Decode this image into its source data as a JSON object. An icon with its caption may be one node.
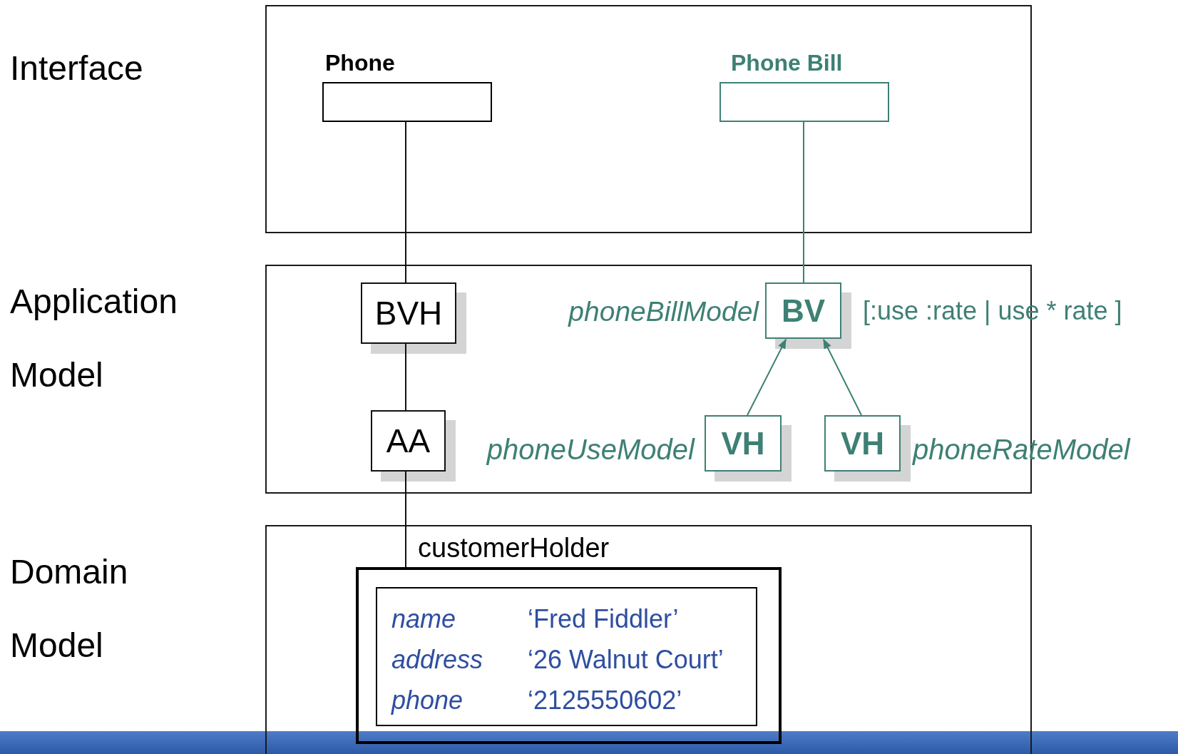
{
  "diagram": {
    "nodes": [
      {
        "text": [
          "Interface"
        ]
      },
      {
        "text": [
          "Phone"
        ],
        "in": 0
      },
      {
        "text": [
          "Phone Bill"
        ],
        "in": 0
      },
      {
        "text": [
          "Application Model"
        ]
      },
      {
        "text": [
          "BVH"
        ],
        "in": 3
      },
      {
        "text": [
          "BV"
        ],
        "in": 3,
        "beside": [
          "phoneBillModel",
          "[:use :rate | use * rate ]"
        ]
      },
      {
        "text": [
          "AA"
        ],
        "in": 3
      },
      {
        "text": [
          "VH"
        ],
        "in": 3,
        "beside": [
          "phoneUseModel"
        ]
      },
      {
        "text": [
          "VH"
        ],
        "in": 3,
        "beside": [
          "phoneRateModel"
        ]
      },
      {
        "text": [
          "Domain Model"
        ]
      },
      {
        "text": [
          "customerHolder"
        ],
        "in": 9
      },
      {
        "text": [
          "name",
          "‘Fred Fiddler’",
          "address",
          "‘26 Walnut Court’",
          "phone",
          "‘2125550602’"
        ],
        "in": 10
      }
    ],
    "edges": [
      {
        "from": 1,
        "to": 4,
        "arrow": "none"
      },
      {
        "from": 4,
        "to": 6,
        "arrow": "none"
      },
      {
        "from": 6,
        "to": 10,
        "arrow": "none"
      },
      {
        "from": 2,
        "to": 5,
        "arrow": "none",
        "color": "#3e8074"
      },
      {
        "from": 7,
        "to": 5,
        "arrow": "to",
        "color": "#3e8074"
      },
      {
        "from": 8,
        "to": 5,
        "arrow": "to",
        "color": "#3e8074"
      }
    ]
  }
}
